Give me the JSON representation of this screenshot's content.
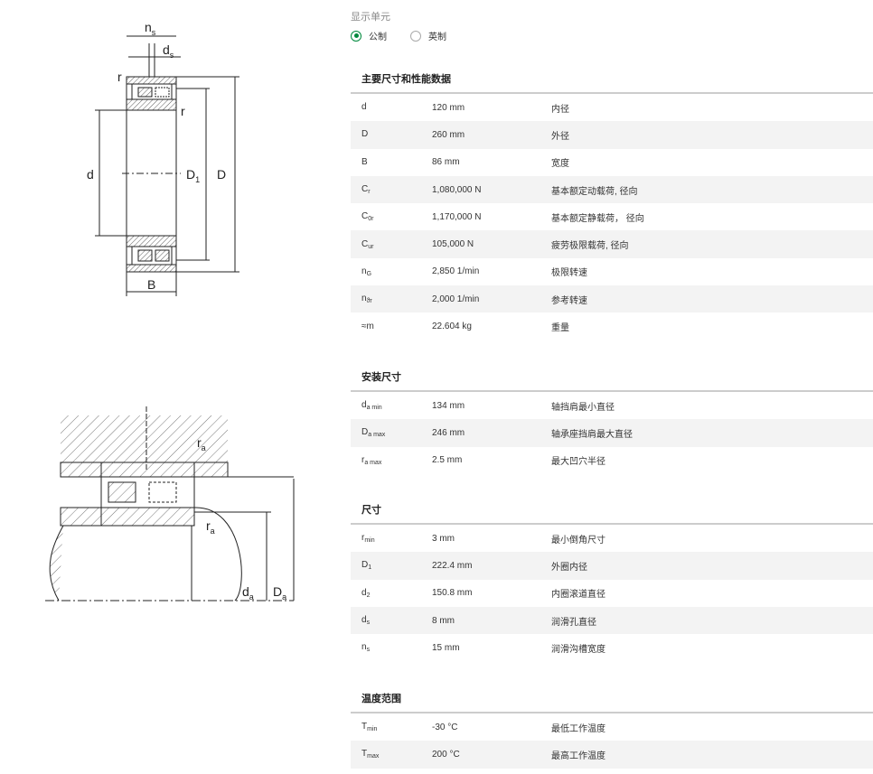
{
  "units": {
    "title": "显示单元",
    "options": [
      {
        "label": "公制",
        "selected": true
      },
      {
        "label": "英制",
        "selected": false
      }
    ]
  },
  "drawing_top": {
    "labels": {
      "ns": "n",
      "ns_sub": "s",
      "ds": "d",
      "ds_sub": "s",
      "r1": "r",
      "r2": "r",
      "d": "d",
      "D1": "D",
      "D1_sub": "1",
      "D": "D",
      "B": "B"
    }
  },
  "drawing_bottom": {
    "labels": {
      "ra1": "r",
      "ra1_sub": "a",
      "ra2": "r",
      "ra2_sub": "a",
      "da": "d",
      "da_sub": "a",
      "Da": "D",
      "Da_sub": "a"
    }
  },
  "sections": [
    {
      "title": "主要尺寸和性能数据",
      "rows": [
        {
          "sym": "d",
          "sub": "",
          "value": "120 mm",
          "desc": "内径"
        },
        {
          "sym": "D",
          "sub": "",
          "value": "260 mm",
          "desc": "外径"
        },
        {
          "sym": "B",
          "sub": "",
          "value": "86 mm",
          "desc": "宽度"
        },
        {
          "sym": "C",
          "sub": "r",
          "value": "1,080,000 N",
          "desc": "基本额定动载荷, 径向"
        },
        {
          "sym": "C",
          "sub": "0r",
          "value": "1,170,000 N",
          "desc": "基本额定静载荷， 径向"
        },
        {
          "sym": "C",
          "sub": "ur",
          "value": "105,000 N",
          "desc": "疲劳极限载荷, 径向"
        },
        {
          "sym": "n",
          "sub": "G",
          "value": "2,850 1/min",
          "desc": "极限转速"
        },
        {
          "sym": "n",
          "sub": "ϑr",
          "value": "2,000 1/min",
          "desc": "参考转速"
        },
        {
          "sym": "≈m",
          "sub": "",
          "value": "22.604 kg",
          "desc": "重量"
        }
      ]
    },
    {
      "title": "安装尺寸",
      "rows": [
        {
          "sym": "d",
          "sub": "a min",
          "value": "134 mm",
          "desc": "轴挡肩最小直径"
        },
        {
          "sym": "D",
          "sub": "a max",
          "value": "246 mm",
          "desc": "轴承座挡肩最大直径"
        },
        {
          "sym": "r",
          "sub": "a max",
          "value": "2.5 mm",
          "desc": "最大凹穴半径"
        }
      ]
    },
    {
      "title": "尺寸",
      "rows": [
        {
          "sym": "r",
          "sub": "min",
          "value": "3 mm",
          "desc": "最小倒角尺寸"
        },
        {
          "sym": "D",
          "sub": "1",
          "value": "222.4 mm",
          "desc": "外圈内径"
        },
        {
          "sym": "d",
          "sub": "2",
          "value": "150.8 mm",
          "desc": "内圈滚道直径"
        },
        {
          "sym": "d",
          "sub": "s",
          "value": "8 mm",
          "desc": "润滑孔直径"
        },
        {
          "sym": "n",
          "sub": "s",
          "value": "15 mm",
          "desc": "润滑沟槽宽度"
        }
      ]
    },
    {
      "title": "温度范围",
      "rows": [
        {
          "sym": "T",
          "sub": "min",
          "value": "-30 °C",
          "desc": "最低工作温度"
        },
        {
          "sym": "T",
          "sub": "max",
          "value": "200 °C",
          "desc": "最高工作温度"
        }
      ]
    }
  ]
}
